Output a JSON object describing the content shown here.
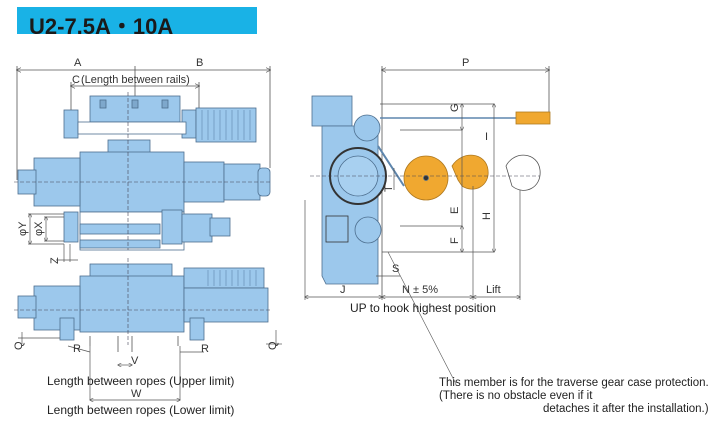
{
  "title": "U2-7.5A・10A",
  "colors": {
    "title_bg": "#19b2e6",
    "body_blue": "#9cc8ec",
    "body_blue_dark": "#5e86ad",
    "hook_orange": "#f0a830",
    "line": "#555555"
  },
  "left_view": {
    "dims": {
      "A": "A",
      "B": "B",
      "C": "C",
      "C_desc": "(Length between rails)",
      "phiY": "φY",
      "phiX": "φX",
      "Z": "Z",
      "Q_left": "Q",
      "Q_right": "Q",
      "R_left": "R",
      "R_right": "R",
      "V": "V",
      "W": "W"
    },
    "captions": {
      "upper": "Length between ropes (Upper limit)",
      "lower": "Length between ropes (Lower limit)"
    }
  },
  "right_view": {
    "dims": {
      "P": "P",
      "G": "G",
      "I": "I",
      "T": "T",
      "E": "E",
      "H": "H",
      "F": "F",
      "S": "S",
      "J": "J",
      "N": "N ± 5%",
      "Lift": "Lift"
    },
    "caption": "UP to hook highest position"
  },
  "note": {
    "line1": "This member is for the traverse gear case protection.",
    "line2": "(There is no obstacle even if it",
    "line3": "detaches it after the installation.)"
  }
}
